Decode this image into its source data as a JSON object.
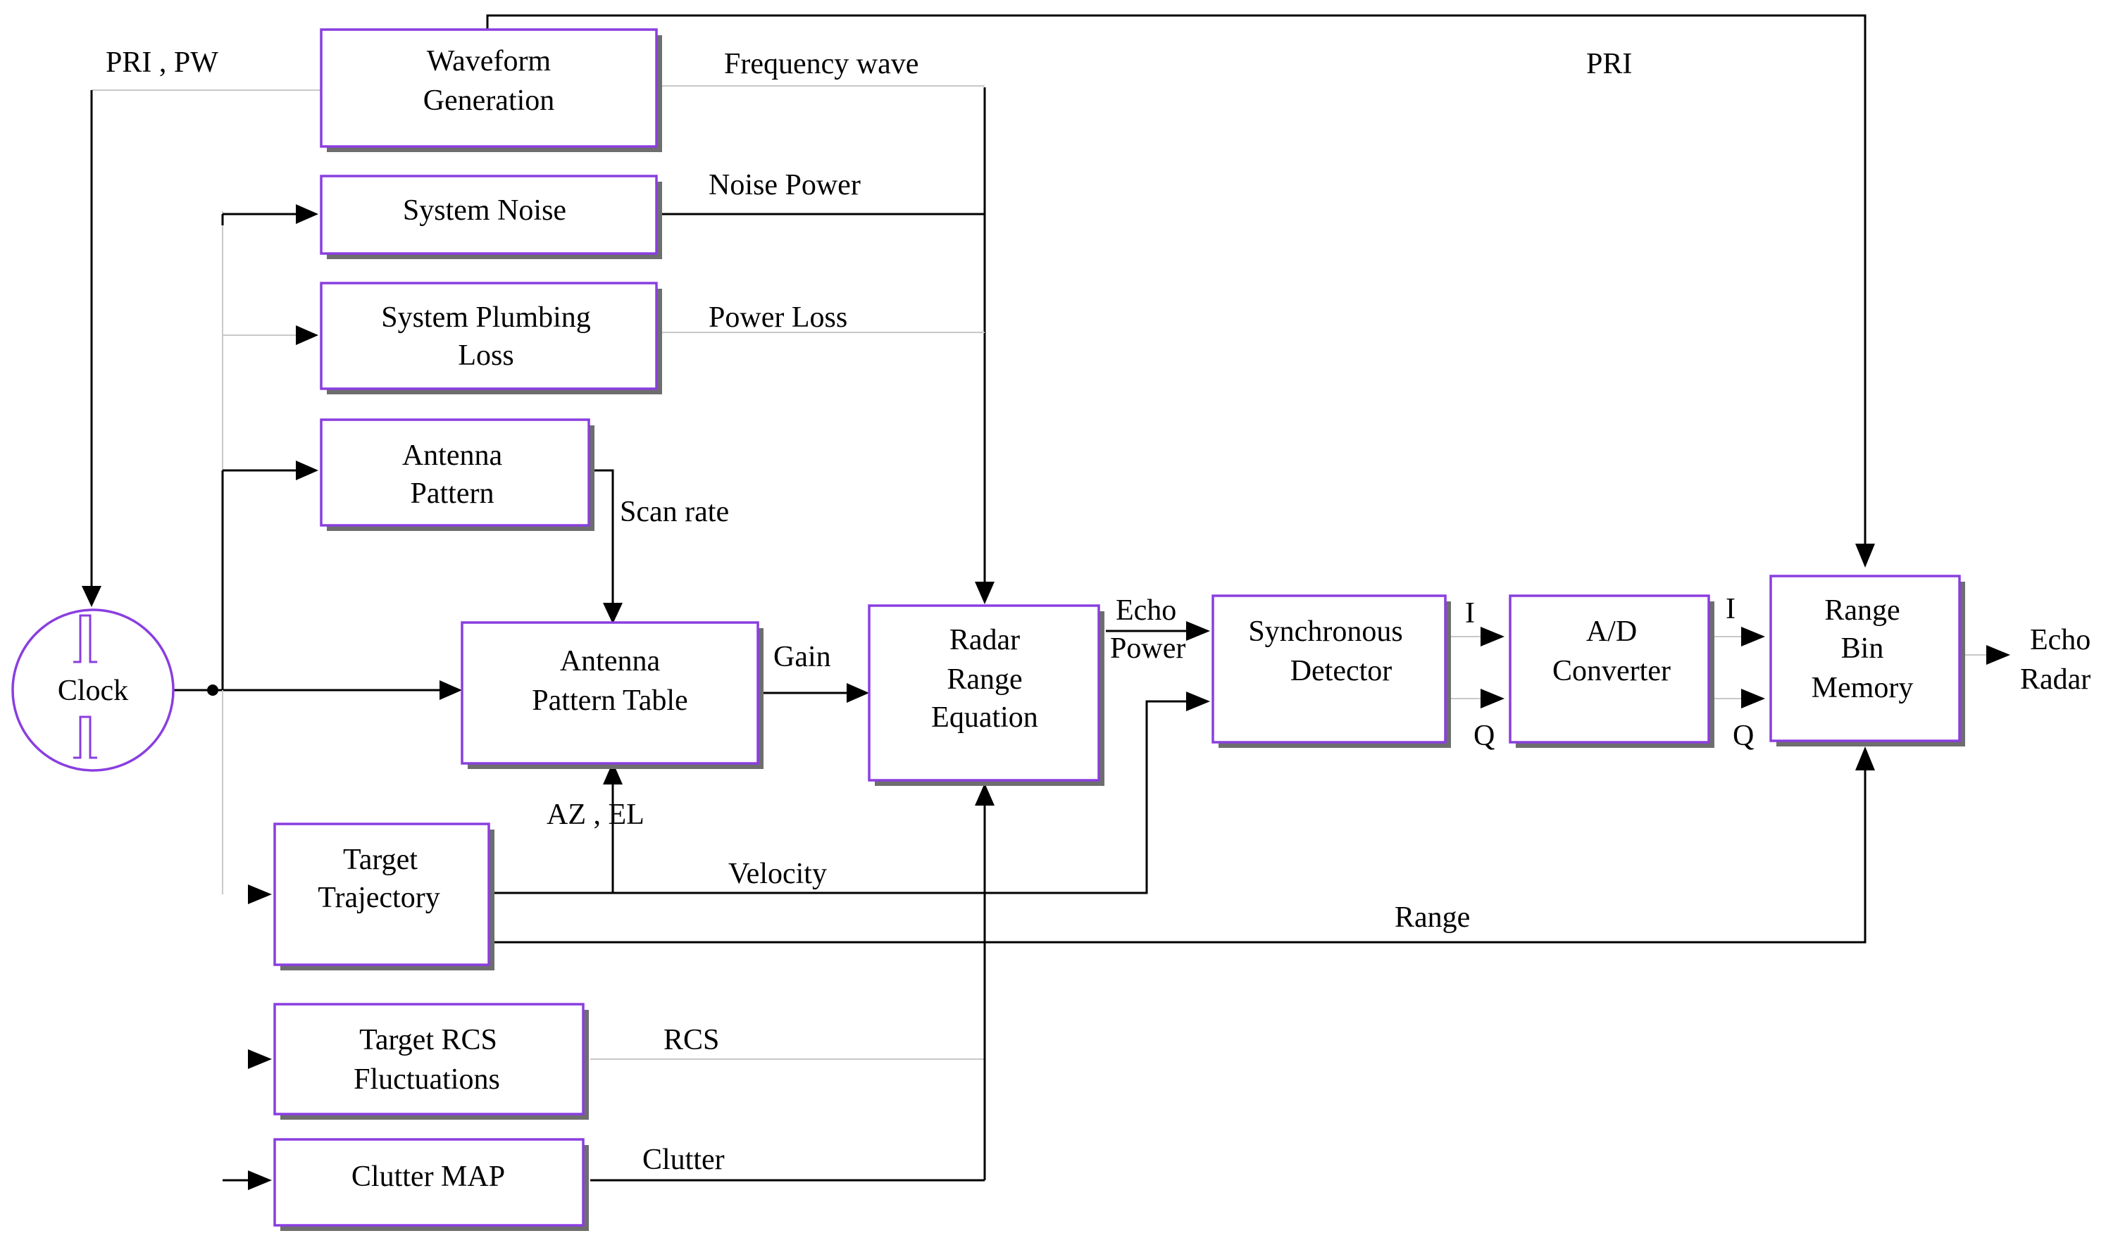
{
  "blocks": {
    "waveform": [
      "Waveform",
      "Generation"
    ],
    "noise": [
      "System Noise"
    ],
    "plumbing": [
      "System Plumbing",
      "Loss"
    ],
    "antenna_pattern": [
      "Antenna",
      "Pattern"
    ],
    "antenna_table": [
      "Antenna",
      "Pattern Table"
    ],
    "radar_eq": [
      "Radar",
      "Range",
      "Equation"
    ],
    "sync": [
      "Synchronous",
      "Detector"
    ],
    "adc": [
      "A/D",
      "Converter"
    ],
    "range_bin": [
      "Range",
      "Bin",
      "Memory"
    ],
    "trajectory": [
      "Target",
      "Trajectory"
    ],
    "rcs": [
      "Target RCS",
      "Fluctuations"
    ],
    "clutter": [
      "Clutter MAP"
    ],
    "clock": "Clock"
  },
  "signals": {
    "pri_pw": "PRI , PW",
    "freq_wave": "Frequency wave",
    "pri": "PRI",
    "noise_power": "Noise Power",
    "power_loss": "Power Loss",
    "scan_rate": "Scan rate",
    "gain": "Gain",
    "echo_power": [
      "Echo",
      "Power"
    ],
    "az_el": "AZ , EL",
    "velocity": "Velocity",
    "range": "Range",
    "rcs": "RCS",
    "clutter": "Clutter",
    "i1": "I",
    "q1": "Q",
    "i2": "I",
    "q2": "Q",
    "echo_radar": [
      "Echo",
      "Radar"
    ]
  },
  "colors": {
    "block_border": "#8a3ee0",
    "clock_border": "#8a3ee0",
    "wire": "#000000",
    "faint_wire": "#c8c8c8",
    "shadow": "#6e6e6e"
  }
}
